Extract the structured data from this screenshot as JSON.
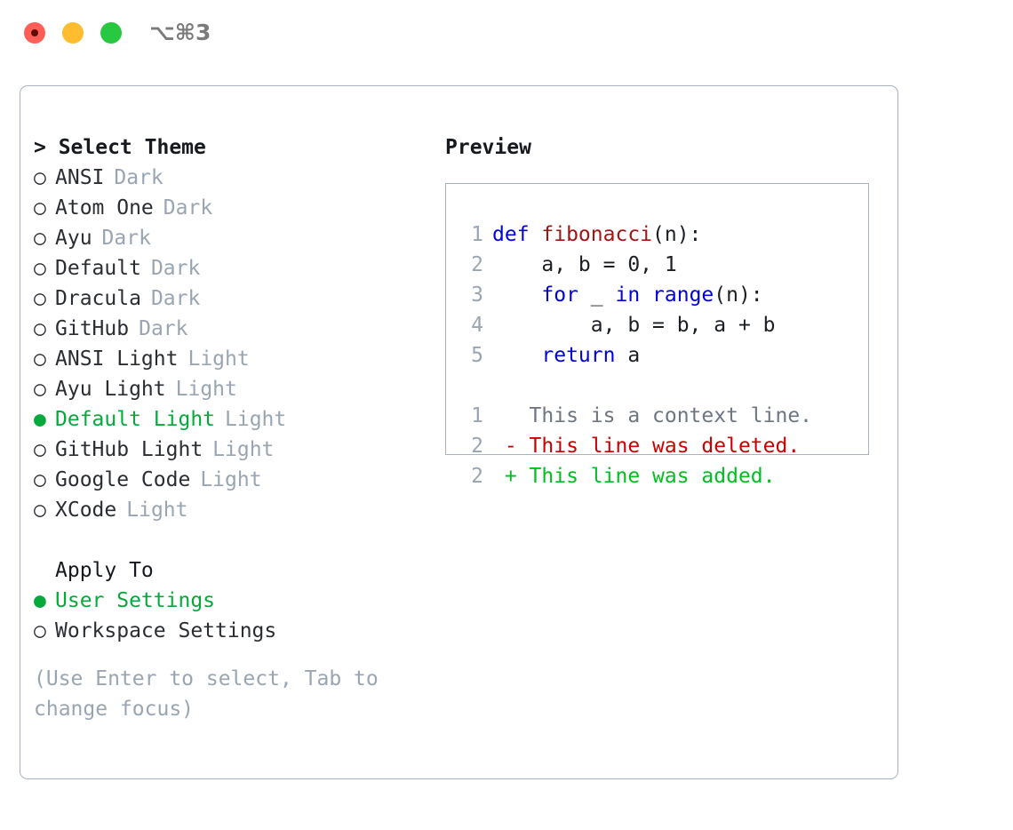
{
  "window": {
    "shortcut": "⌥⌘3",
    "traffic_lights": [
      {
        "name": "close",
        "color": "#ff5f57"
      },
      {
        "name": "minimize",
        "color": "#febc2e"
      },
      {
        "name": "maximize",
        "color": "#28c840"
      }
    ]
  },
  "theme_picker": {
    "header": "> Select Theme",
    "caret": ">",
    "header_label": "Select Theme",
    "selected_marker": "●",
    "unselected_marker": "○",
    "items": [
      {
        "label": "ANSI",
        "badge": "Dark",
        "selected": false
      },
      {
        "label": "Atom One",
        "badge": "Dark",
        "selected": false
      },
      {
        "label": "Ayu",
        "badge": "Dark",
        "selected": false
      },
      {
        "label": "Default",
        "badge": "Dark",
        "selected": false
      },
      {
        "label": "Dracula",
        "badge": "Dark",
        "selected": false
      },
      {
        "label": "GitHub",
        "badge": "Dark",
        "selected": false
      },
      {
        "label": "ANSI Light",
        "badge": "Light",
        "selected": false
      },
      {
        "label": "Ayu Light",
        "badge": "Light",
        "selected": false
      },
      {
        "label": "Default Light",
        "badge": "Light",
        "selected": true
      },
      {
        "label": "GitHub Light",
        "badge": "Light",
        "selected": false
      },
      {
        "label": "Google Code",
        "badge": "Light",
        "selected": false
      },
      {
        "label": "XCode",
        "badge": "Light",
        "selected": false
      }
    ]
  },
  "apply_to": {
    "header": "Apply To",
    "items": [
      {
        "label": "User Settings",
        "selected": true
      },
      {
        "label": "Workspace Settings",
        "selected": false
      }
    ]
  },
  "hint": "(Use Enter to select, Tab to change focus)",
  "preview": {
    "title": "Preview",
    "code_lines": [
      {
        "num": "1",
        "segments": [
          {
            "text": "def ",
            "cls": "kw"
          },
          {
            "text": "fibonacci",
            "cls": "fn"
          },
          {
            "text": "(n):",
            "cls": "pl"
          }
        ]
      },
      {
        "num": "2",
        "segments": [
          {
            "text": "    a, b = 0, 1",
            "cls": "pl"
          }
        ]
      },
      {
        "num": "3",
        "segments": [
          {
            "text": "    ",
            "cls": "pl"
          },
          {
            "text": "for",
            "cls": "kw"
          },
          {
            "text": " _ ",
            "cls": "pl"
          },
          {
            "text": "in range",
            "cls": "kw"
          },
          {
            "text": "(n):",
            "cls": "pl"
          }
        ]
      },
      {
        "num": "4",
        "segments": [
          {
            "text": "        a, b = b, a + b",
            "cls": "pl"
          }
        ]
      },
      {
        "num": "5",
        "segments": [
          {
            "text": "    ",
            "cls": "pl"
          },
          {
            "text": "return",
            "cls": "kw"
          },
          {
            "text": " a",
            "cls": "pl"
          }
        ]
      }
    ],
    "diff_lines": [
      {
        "num": "1",
        "sign": " ",
        "text": "This is a context line.",
        "cls": "ctx"
      },
      {
        "num": "2",
        "sign": "-",
        "text": "This line was deleted.",
        "cls": "del"
      },
      {
        "num": "2",
        "sign": "+",
        "text": "This line was added.",
        "cls": "add"
      }
    ]
  },
  "colors": {
    "accent_green": "#07a83c",
    "muted": "#9aa5b3",
    "text": "#2a2e33",
    "border": "#a9b2c1",
    "keyword_blue": "#0000e0",
    "function_red": "#a31515",
    "diff_deleted": "#cc0000",
    "diff_added": "#00c020"
  }
}
